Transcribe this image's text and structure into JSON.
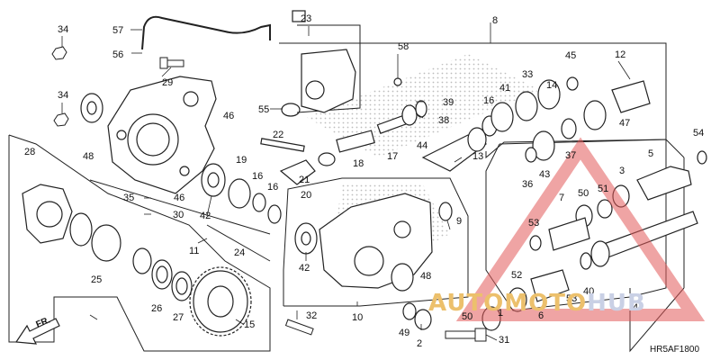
{
  "diagram": {
    "code": "HR5AF1800",
    "front_marker": "FR.",
    "watermark": {
      "part1": "AUTOMOTO",
      "part2": "HUB",
      "text": "AUTOMOTOHUB"
    },
    "colors": {
      "line": "#222222",
      "dots": "#c8c8c8",
      "watermark_red": "#e15a5a",
      "watermark_gold": "#ecc06c",
      "watermark_blue": "#c9d0e5"
    },
    "callouts": [
      {
        "n": "1"
      },
      {
        "n": "2"
      },
      {
        "n": "3"
      },
      {
        "n": "4"
      },
      {
        "n": "5"
      },
      {
        "n": "6"
      },
      {
        "n": "7"
      },
      {
        "n": "8"
      },
      {
        "n": "9"
      },
      {
        "n": "10"
      },
      {
        "n": "11"
      },
      {
        "n": "12"
      },
      {
        "n": "13"
      },
      {
        "n": "14"
      },
      {
        "n": "15"
      },
      {
        "n": "16"
      },
      {
        "n": "16"
      },
      {
        "n": "16"
      },
      {
        "n": "17"
      },
      {
        "n": "18"
      },
      {
        "n": "19"
      },
      {
        "n": "20"
      },
      {
        "n": "21"
      },
      {
        "n": "22"
      },
      {
        "n": "23"
      },
      {
        "n": "24"
      },
      {
        "n": "25"
      },
      {
        "n": "26"
      },
      {
        "n": "27"
      },
      {
        "n": "28"
      },
      {
        "n": "29"
      },
      {
        "n": "30"
      },
      {
        "n": "31"
      },
      {
        "n": "32"
      },
      {
        "n": "33"
      },
      {
        "n": "34"
      },
      {
        "n": "34"
      },
      {
        "n": "35"
      },
      {
        "n": "36"
      },
      {
        "n": "37"
      },
      {
        "n": "38"
      },
      {
        "n": "39"
      },
      {
        "n": "40"
      },
      {
        "n": "41"
      },
      {
        "n": "42"
      },
      {
        "n": "42"
      },
      {
        "n": "43"
      },
      {
        "n": "44"
      },
      {
        "n": "45"
      },
      {
        "n": "46"
      },
      {
        "n": "46"
      },
      {
        "n": "47"
      },
      {
        "n": "48"
      },
      {
        "n": "48"
      },
      {
        "n": "49"
      },
      {
        "n": "50"
      },
      {
        "n": "50"
      },
      {
        "n": "51"
      },
      {
        "n": "52"
      },
      {
        "n": "53"
      },
      {
        "n": "53"
      },
      {
        "n": "54"
      },
      {
        "n": "55"
      },
      {
        "n": "56"
      },
      {
        "n": "57"
      },
      {
        "n": "58"
      }
    ]
  }
}
